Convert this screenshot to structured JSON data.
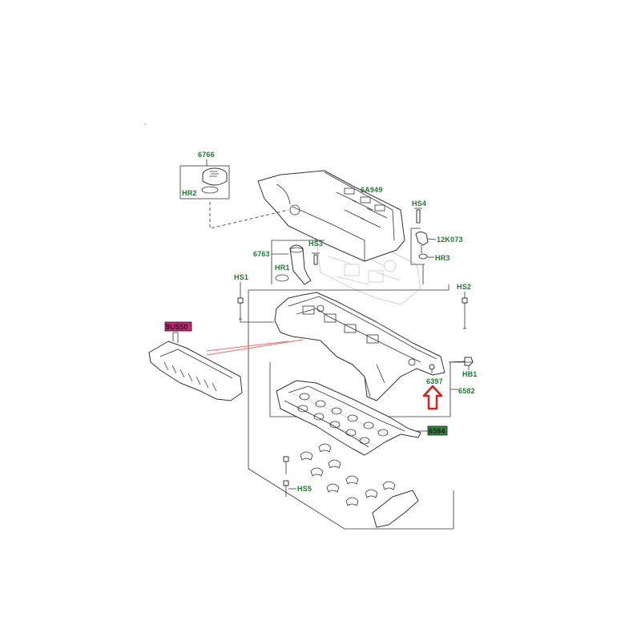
{
  "labels": {
    "oil_cap": "6766",
    "oil_cap_seal": "HR2",
    "engine_cover": "6A949",
    "sensor_bolt": "HS4",
    "sensor": "12K073",
    "sensor_seal": "HR3",
    "filler_neck": "6763",
    "filler_bolt": "HS3",
    "filler_seal": "HR1",
    "bolt_left": "HS1",
    "bolt_right": "HS2",
    "breather_pipe": "9U550",
    "bolt_front": "HB1",
    "valve_cover_plug": "6397",
    "valve_cover": "6582",
    "gasket": "6584",
    "cap_bolts": "HS5"
  },
  "colors": {
    "label_green": "#1f7a2e",
    "highlight_magenta": "#d0207a",
    "highlight_green": "#2e8b3e",
    "arrow_red": "#d91e1e",
    "pointer_red": "#e07070"
  }
}
